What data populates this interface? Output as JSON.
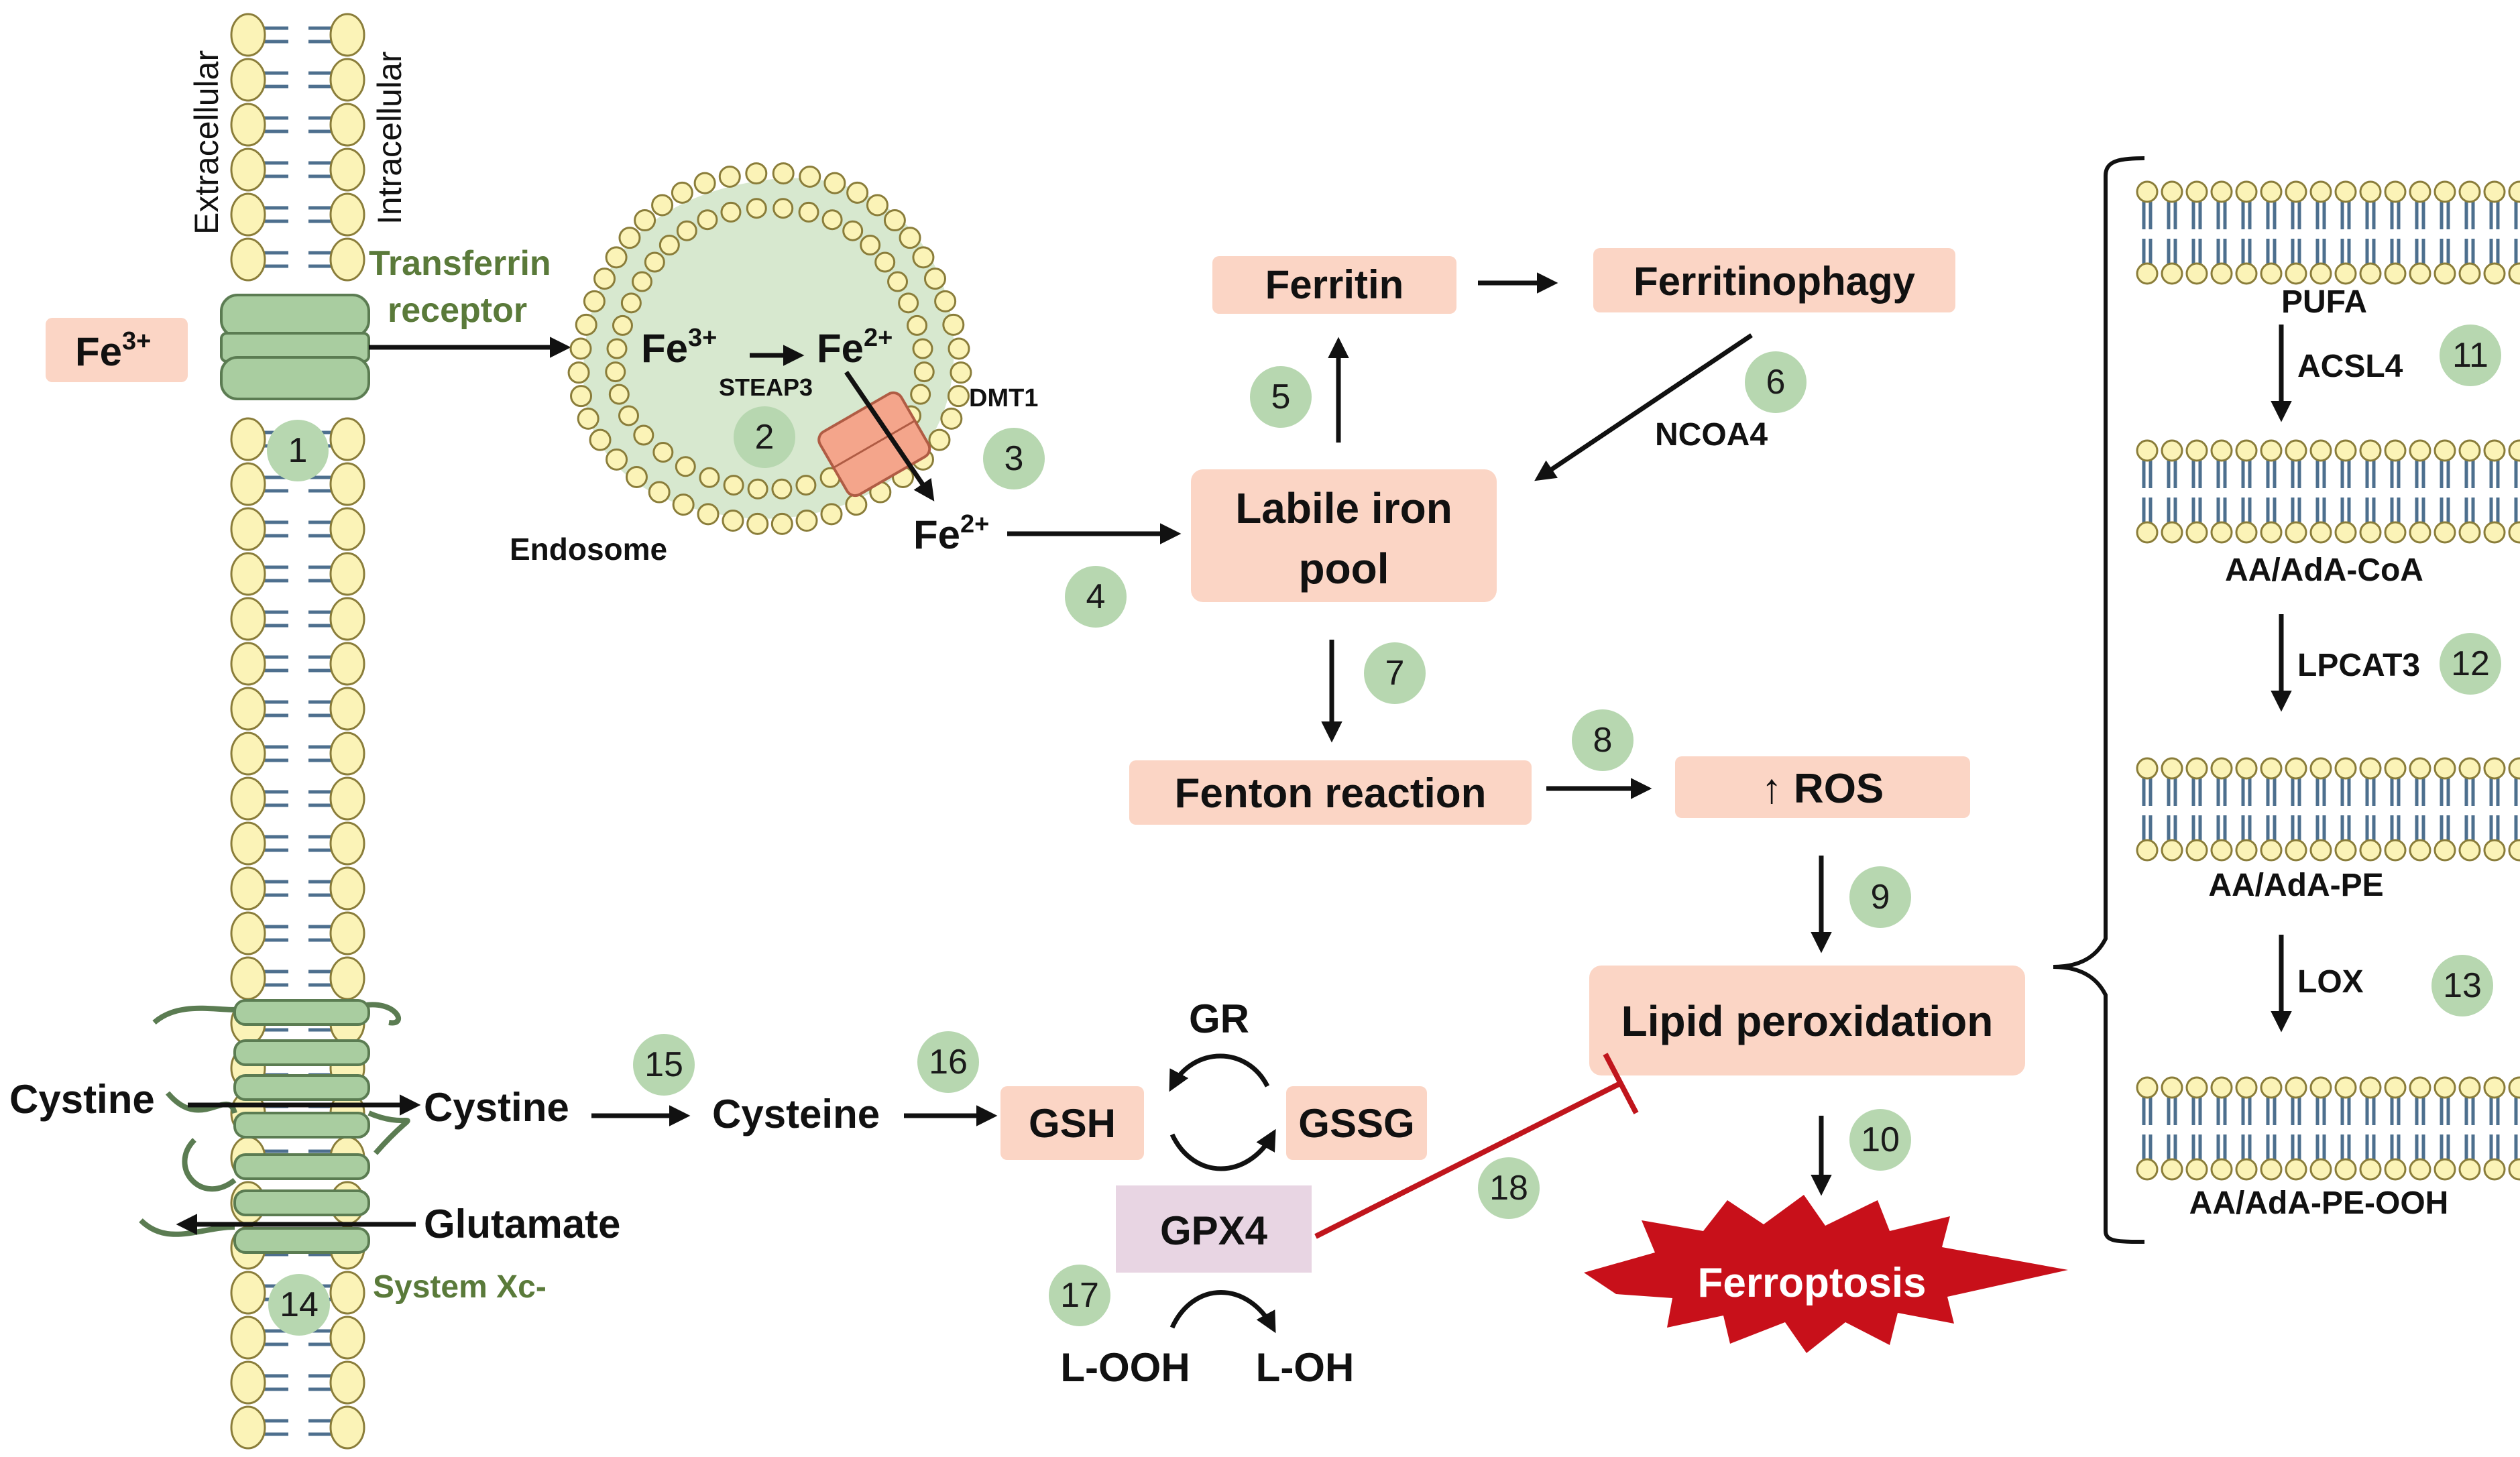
{
  "membrane": {
    "side_left": "Extracellular",
    "side_right": "Intracellular"
  },
  "transporters": {
    "transferrin_receptor_line1": "Transferrin",
    "transferrin_receptor_line2": "receptor",
    "system_xc": "System Xc-",
    "dmt1": "DMT1"
  },
  "iron": {
    "fe3_ext_base": "Fe",
    "fe3_ext_sup": "3+",
    "fe3_endo_base": "Fe",
    "fe3_endo_sup": "3+",
    "fe2_endo_base": "Fe",
    "fe2_endo_sup": "2+",
    "fe2_out_base": "Fe",
    "fe2_out_sup": "2+",
    "steap3": "STEAP3",
    "endosome": "Endosome"
  },
  "nodes": {
    "ferritin": "Ferritin",
    "ferritinophagy": "Ferritinophagy",
    "ncoa4": "NCOA4",
    "labile_line1": "Labile iron",
    "labile_line2": "pool",
    "fenton": "Fenton reaction",
    "ros": "↑ ROS",
    "lipid_perox": "Lipid peroxidation",
    "ferroptosis": "Ferroptosis"
  },
  "glutathione": {
    "cystine_ext": "Cystine",
    "cystine_int": "Cystine",
    "glutamate": "Glutamate",
    "cysteine": "Cysteine",
    "gsh": "GSH",
    "gssg": "GSSG",
    "gr": "GR",
    "gpx4": "GPX4",
    "looh": "L-OOH",
    "loh": "L-OH"
  },
  "lipids": {
    "pufa": "PUFA",
    "acsl4": "ACSL4",
    "coa": "AA/AdA-CoA",
    "lpcat3": "LPCAT3",
    "pe": "AA/AdA-PE",
    "lox": "LOX",
    "peooh": "AA/AdA-PE-OOH"
  },
  "steps": [
    "1",
    "2",
    "3",
    "4",
    "5",
    "6",
    "7",
    "8",
    "9",
    "10",
    "11",
    "12",
    "13",
    "14",
    "15",
    "16",
    "17",
    "18"
  ],
  "colors": {
    "box": "#fbd5c5",
    "gpx4_box": "#e8d5e3",
    "step_circle": "#b7d7b0",
    "channel": "#a9cda0",
    "inhibition": "#c0151c",
    "ferroptosis_burst": "#c8101a",
    "transporter_label": "#5a7a3a"
  }
}
